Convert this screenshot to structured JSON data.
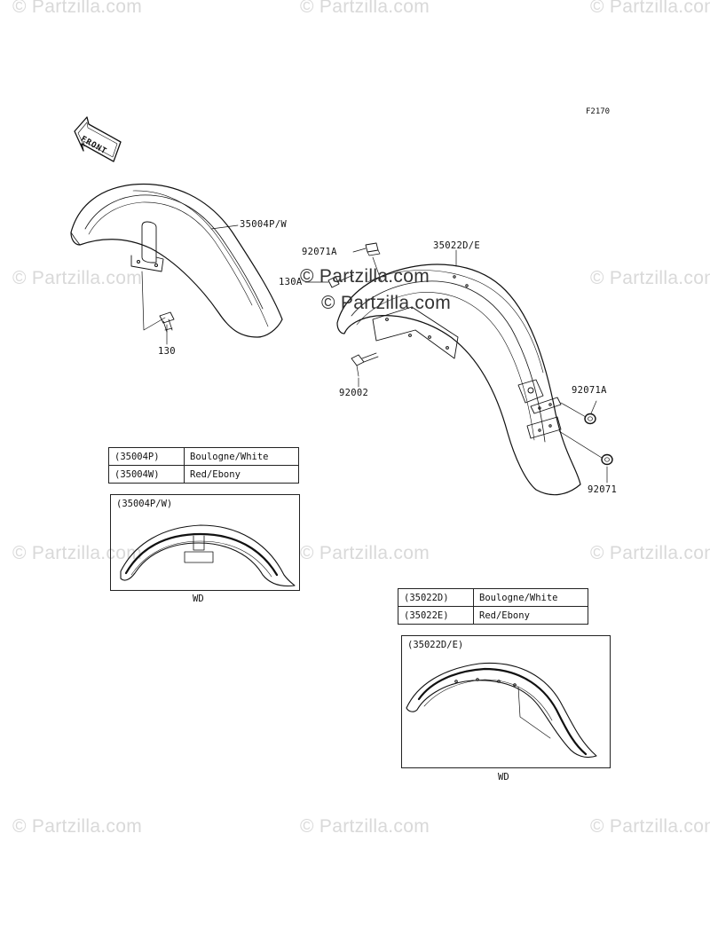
{
  "figure_ref": "F2170",
  "front_label": "FRONT",
  "watermark": "© Partzilla.com",
  "callouts": {
    "front_fender": "35004P/W",
    "front_bolt": "130",
    "rear_fender": "35022D/E",
    "cap_top": "92071A",
    "bolt_130a": "130A",
    "rear_bolt": "92002",
    "cap_right": "92071A",
    "cap_bottom": "92071"
  },
  "front_color_table": [
    {
      "code": "(35004P)",
      "color": "Boulogne/White"
    },
    {
      "code": "(35004W)",
      "color": "Red/Ebony"
    }
  ],
  "front_inset": {
    "title": "(35004P/W)",
    "caption": "WD"
  },
  "rear_color_table": [
    {
      "code": "(35022D)",
      "color": "Boulogne/White"
    },
    {
      "code": "(35022E)",
      "color": "Red/Ebony"
    }
  ],
  "rear_inset": {
    "title": "(35022D/E)",
    "caption": "WD"
  }
}
